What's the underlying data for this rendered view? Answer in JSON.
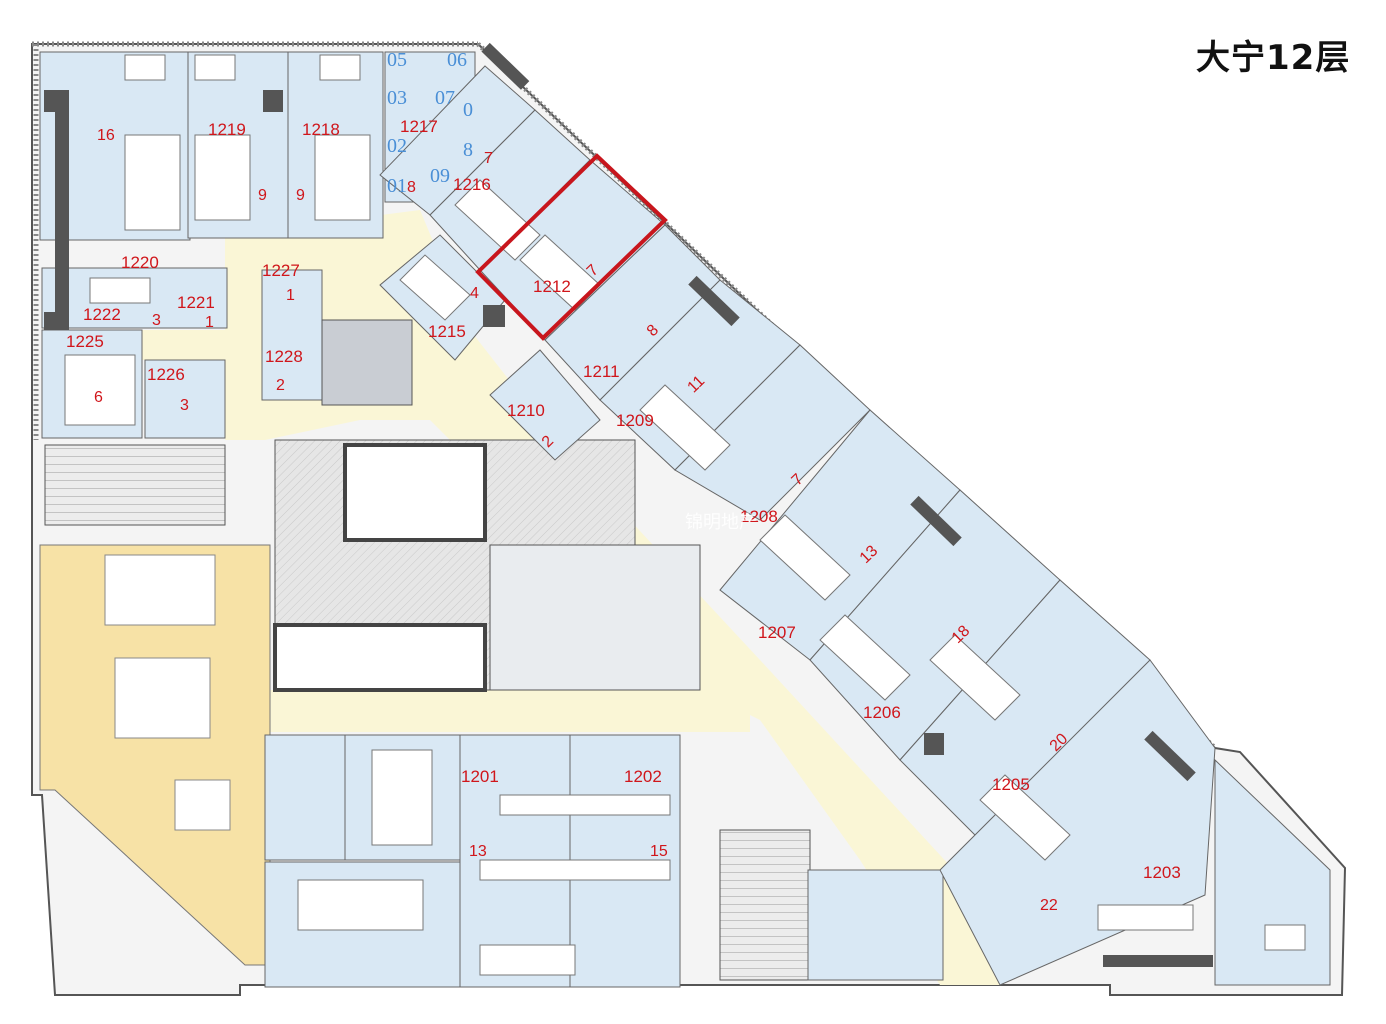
{
  "title": "大宁12层",
  "rooms": [
    {
      "id": "1219",
      "label": "1219",
      "seats": "9"
    },
    {
      "id": "1218",
      "label": "1218",
      "seats": "9"
    },
    {
      "id": "1217",
      "label": "1217",
      "seats": "8"
    },
    {
      "id": "1216",
      "label": "1216",
      "seats": "7"
    },
    {
      "id": "1220",
      "label": "1220",
      "seats": "16"
    },
    {
      "id": "1227",
      "label": "1227",
      "seats": "1"
    },
    {
      "id": "1221",
      "label": "1221",
      "seats": "1"
    },
    {
      "id": "1222",
      "label": "1222",
      "seats": "3"
    },
    {
      "id": "1212",
      "label": "1212",
      "seats": "7"
    },
    {
      "id": "1215",
      "label": "1215",
      "seats": "4"
    },
    {
      "id": "1225",
      "label": "1225",
      "seats": "6"
    },
    {
      "id": "1228",
      "label": "1228",
      "seats": "2"
    },
    {
      "id": "1226",
      "label": "1226",
      "seats": "3"
    },
    {
      "id": "1211",
      "label": "1211",
      "seats": "8"
    },
    {
      "id": "1210",
      "label": "1210",
      "seats": "2"
    },
    {
      "id": "1209",
      "label": "1209",
      "seats": "11"
    },
    {
      "id": "1208",
      "label": "1208",
      "seats": "7"
    },
    {
      "id": "1207",
      "label": "1207",
      "seats": "13"
    },
    {
      "id": "1206",
      "label": "1206",
      "seats": "18"
    },
    {
      "id": "1205",
      "label": "1205",
      "seats": "20"
    },
    {
      "id": "1201",
      "label": "1201",
      "seats": "13"
    },
    {
      "id": "1202",
      "label": "1202",
      "seats": "15"
    },
    {
      "id": "1203",
      "label": "1203",
      "seats": "22"
    }
  ],
  "small_units": [
    "05",
    "06",
    "03",
    "07",
    "0",
    "02",
    "8",
    "01",
    "09"
  ],
  "watermark": "锦明地产",
  "colors": {
    "office": "#d9e8f4",
    "corridor": "#faf6d6",
    "lounge": "#f7e2a6",
    "core": "#e3e3e3",
    "wall": "#444444",
    "label": "#d0161b",
    "highlight": "#c8161d",
    "unit_blue": "#4a8fd6"
  }
}
